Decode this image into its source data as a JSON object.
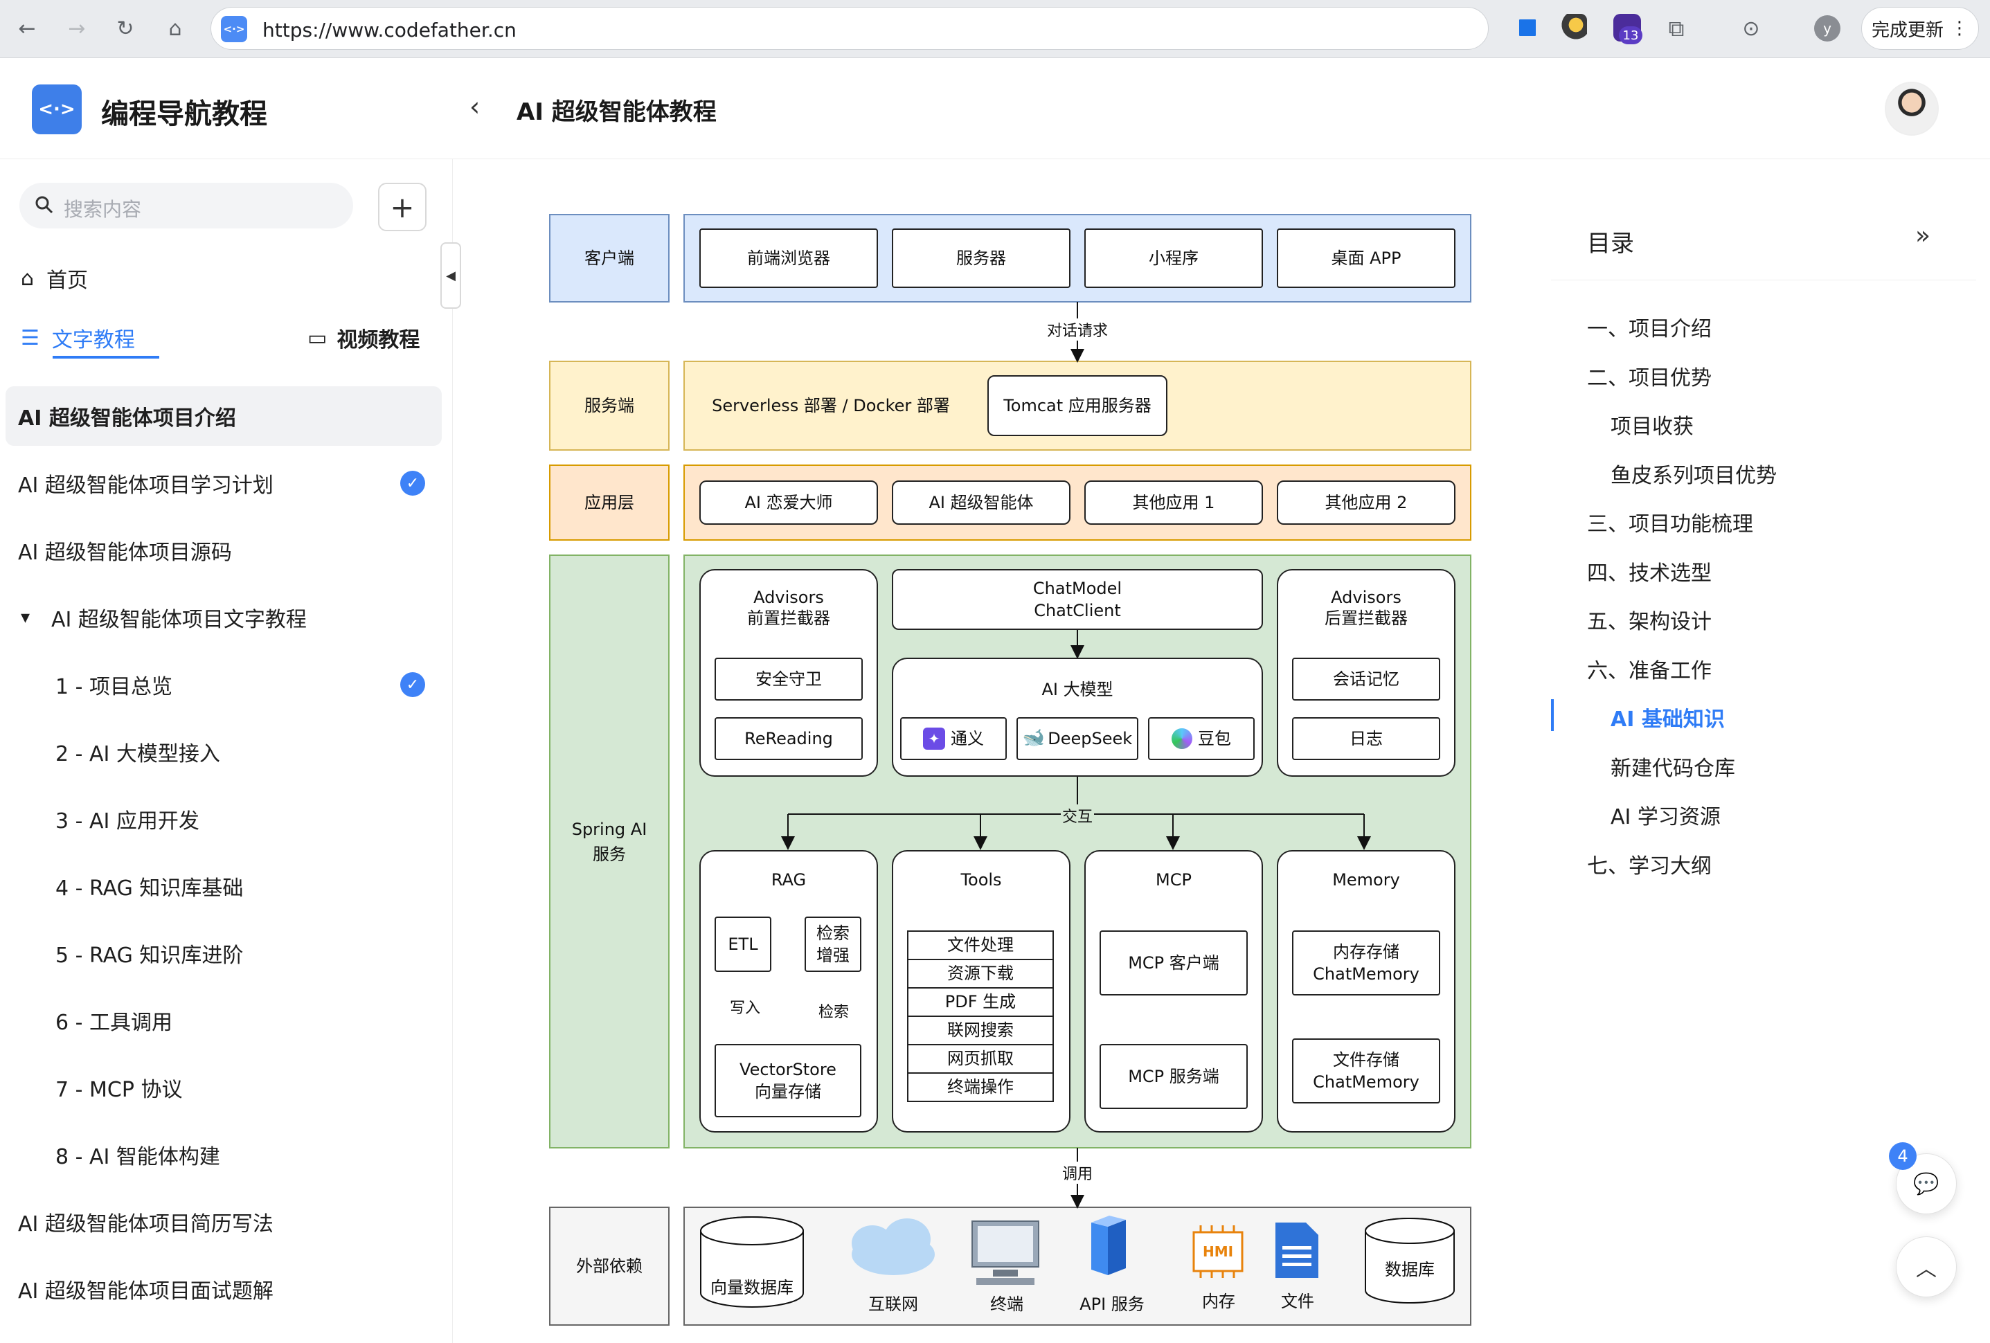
{
  "browser": {
    "url": "https://www.codefather.cn",
    "update_button": "完成更新",
    "profile_initial": "y",
    "ext_badge": "13"
  },
  "header": {
    "logo_text": "编程导航教程",
    "logo_glyph": "<·>",
    "page_title": "AI 超级智能体教程"
  },
  "sidebar": {
    "search_placeholder": "搜索内容",
    "home": "首页",
    "tab_text": "文字教程",
    "tab_video": "视频教程",
    "items": [
      {
        "label": "AI 超级智能体项目介绍",
        "active": true,
        "checked": false,
        "indent": 0
      },
      {
        "label": "AI 超级智能体项目学习计划",
        "checked": true,
        "indent": 0
      },
      {
        "label": "AI 超级智能体项目源码",
        "checked": false,
        "indent": 0
      },
      {
        "label": "AI 超级智能体项目文字教程",
        "checked": false,
        "indent": 1,
        "expanded": true
      },
      {
        "label": "1 - 项目总览",
        "checked": true,
        "indent": 2
      },
      {
        "label": "2 - AI 大模型接入",
        "checked": false,
        "indent": 2
      },
      {
        "label": "3 - AI 应用开发",
        "checked": false,
        "indent": 2
      },
      {
        "label": "4 - RAG 知识库基础",
        "checked": false,
        "indent": 2
      },
      {
        "label": "5 - RAG 知识库进阶",
        "checked": false,
        "indent": 2
      },
      {
        "label": "6 - 工具调用",
        "checked": false,
        "indent": 2
      },
      {
        "label": "7 - MCP 协议",
        "checked": false,
        "indent": 2
      },
      {
        "label": "8 - AI 智能体构建",
        "checked": false,
        "indent": 2
      },
      {
        "label": "AI 超级智能体项目简历写法",
        "checked": false,
        "indent": 0
      },
      {
        "label": "AI 超级智能体项目面试题解",
        "checked": false,
        "indent": 0
      }
    ]
  },
  "diagram": {
    "colors": {
      "client": "#dae8fc",
      "client_border": "#6c8ebf",
      "server": "#fff2cc",
      "server_border": "#d6b656",
      "app": "#ffe6cc",
      "app_border": "#d79b00",
      "spring": "#d5e8d4",
      "spring_border": "#82b366",
      "external": "#f5f5f5",
      "external_border": "#666666"
    },
    "client": {
      "label": "客户端",
      "nodes": [
        "前端浏览器",
        "服务器",
        "小程序",
        "桌面 APP"
      ]
    },
    "arrow1": "对话请求",
    "server": {
      "label": "服务端",
      "deploy": "Serverless 部署 / Docker 部署",
      "tomcat": "Tomcat 应用服务器"
    },
    "app": {
      "label": "应用层",
      "nodes": [
        "AI 恋爱大师",
        "AI 超级智能体",
        "其他应用 1",
        "其他应用 2"
      ]
    },
    "spring": {
      "label_line1": "Spring AI",
      "label_line2": "服务",
      "advisors_pre": {
        "title1": "Advisors",
        "title2": "前置拦截器",
        "items": [
          "安全守卫",
          "ReReading"
        ]
      },
      "chatmodel": {
        "line1": "ChatModel",
        "line2": "ChatClient"
      },
      "llm": {
        "title": "AI 大模型",
        "items": [
          "通义",
          "DeepSeek",
          "豆包"
        ]
      },
      "advisors_post": {
        "title1": "Advisors",
        "title2": "后置拦截器",
        "items": [
          "会话记忆",
          "日志"
        ]
      },
      "interact": "交互",
      "rag": {
        "title": "RAG",
        "etl": "ETL",
        "enhance1": "检索",
        "enhance2": "增强",
        "write": "写入",
        "retrieve": "检索",
        "store1": "VectorStore",
        "store2": "向量存储"
      },
      "tools": {
        "title": "Tools",
        "items": [
          "文件处理",
          "资源下载",
          "PDF 生成",
          "联网搜索",
          "网页抓取",
          "终端操作"
        ]
      },
      "mcp": {
        "title": "MCP",
        "client": "MCP 客户端",
        "server": "MCP 服务端"
      },
      "memory": {
        "title": "Memory",
        "m1a": "内存存储",
        "m1b": "ChatMemory",
        "m2a": "文件存储",
        "m2b": "ChatMemory"
      }
    },
    "arrow2": "调用",
    "external": {
      "label": "外部依赖",
      "vector_db": "向量数据库",
      "internet": "互联网",
      "terminal": "终端",
      "api": "API 服务",
      "memory": "内存",
      "hmi": "HMI",
      "file": "文件",
      "db": "数据库"
    }
  },
  "toc": {
    "title": "目录",
    "items": [
      {
        "label": "一、项目介绍",
        "level": 1
      },
      {
        "label": "二、项目优势",
        "level": 1
      },
      {
        "label": "项目收获",
        "level": 2
      },
      {
        "label": "鱼皮系列项目优势",
        "level": 2
      },
      {
        "label": "三、项目功能梳理",
        "level": 1
      },
      {
        "label": "四、技术选型",
        "level": 1
      },
      {
        "label": "五、架构设计",
        "level": 1
      },
      {
        "label": "六、准备工作",
        "level": 1
      },
      {
        "label": "AI 基础知识",
        "level": 2,
        "active": true
      },
      {
        "label": "新建代码仓库",
        "level": 2
      },
      {
        "label": "AI 学习资源",
        "level": 2
      },
      {
        "label": "七、学习大纲",
        "level": 1
      }
    ]
  },
  "float": {
    "badge": "4"
  }
}
